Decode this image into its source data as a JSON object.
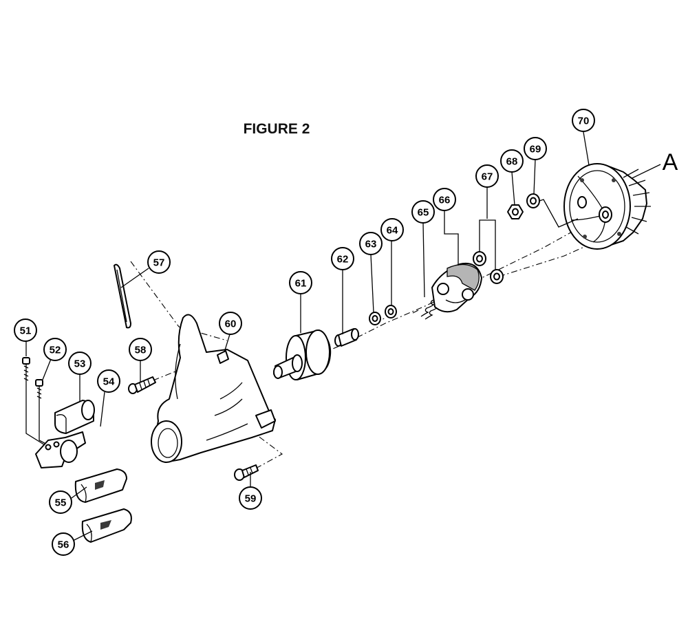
{
  "figure": {
    "title": "FIGURE 2",
    "reference_letter": "A"
  },
  "callouts": [
    {
      "id": "51",
      "label": "51"
    },
    {
      "id": "52",
      "label": "52"
    },
    {
      "id": "53",
      "label": "53"
    },
    {
      "id": "54",
      "label": "54"
    },
    {
      "id": "55",
      "label": "55"
    },
    {
      "id": "56",
      "label": "56"
    },
    {
      "id": "57",
      "label": "57"
    },
    {
      "id": "58",
      "label": "58"
    },
    {
      "id": "59",
      "label": "59"
    },
    {
      "id": "60",
      "label": "60"
    },
    {
      "id": "61",
      "label": "61"
    },
    {
      "id": "62",
      "label": "62"
    },
    {
      "id": "63",
      "label": "63"
    },
    {
      "id": "64",
      "label": "64"
    },
    {
      "id": "65",
      "label": "65"
    },
    {
      "id": "66",
      "label": "66"
    },
    {
      "id": "67",
      "label": "67"
    },
    {
      "id": "68",
      "label": "68"
    },
    {
      "id": "69",
      "label": "69"
    },
    {
      "id": "70",
      "label": "70"
    }
  ],
  "parts": [
    {
      "id": "screw-51",
      "icon": "socket-screw-icon"
    },
    {
      "id": "screw-52",
      "icon": "socket-screw-icon"
    },
    {
      "id": "bushing-53",
      "icon": "half-bushing-icon"
    },
    {
      "id": "clamp-54",
      "icon": "clamp-icon"
    },
    {
      "id": "clamp-half-55",
      "icon": "clamp-half-icon"
    },
    {
      "id": "clamp-half-56",
      "icon": "clamp-half-icon"
    },
    {
      "id": "gasket-57",
      "icon": "gasket-icon"
    },
    {
      "id": "screw-58",
      "icon": "screw-icon"
    },
    {
      "id": "screw-59",
      "icon": "flange-screw-icon"
    },
    {
      "id": "housing-60",
      "icon": "clutch-housing-icon"
    },
    {
      "id": "drum-61",
      "icon": "clutch-drum-icon"
    },
    {
      "id": "bolt-62",
      "icon": "shoulder-bolt-icon"
    },
    {
      "id": "washer-63",
      "icon": "washer-icon"
    },
    {
      "id": "washer-64",
      "icon": "washer-icon"
    },
    {
      "id": "spring-65",
      "icon": "spring-icon"
    },
    {
      "id": "clutch-66",
      "icon": "clutch-shoe-icon"
    },
    {
      "id": "washer-67a",
      "icon": "washer-icon"
    },
    {
      "id": "washer-67b",
      "icon": "washer-icon"
    },
    {
      "id": "nut-68",
      "icon": "hex-nut-icon"
    },
    {
      "id": "washer-69",
      "icon": "washer-icon"
    },
    {
      "id": "flywheel-70",
      "icon": "flywheel-icon"
    }
  ]
}
